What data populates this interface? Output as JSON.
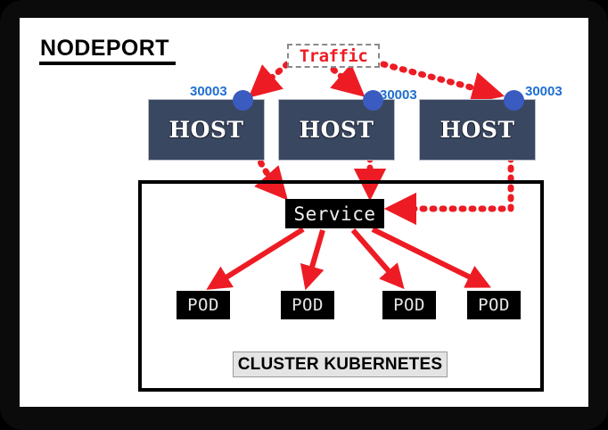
{
  "diagram": {
    "title": "NODEPORT",
    "type": "kubernetes-nodeport-network-diagram",
    "colors": {
      "host_fill": "#3a4760",
      "port_dot": "#3a5bbf",
      "port_text": "#1f6fd0",
      "traffic_text": "#ed1c24",
      "arrow": "#ed1c24",
      "box_fill": "#000000",
      "caption_fill": "#e4e4e4",
      "frame": "#0b0b0b",
      "canvas": "#ffffff"
    }
  },
  "traffic": {
    "label": "Traffic"
  },
  "hosts": [
    {
      "label": "HOST",
      "port": "30003"
    },
    {
      "label": "HOST",
      "port": "30003"
    },
    {
      "label": "HOST",
      "port": "30003"
    }
  ],
  "cluster": {
    "caption": "CLUSTER KUBERNETES",
    "service": {
      "label": "Service"
    },
    "pods": [
      {
        "label": "POD"
      },
      {
        "label": "POD"
      },
      {
        "label": "POD"
      },
      {
        "label": "POD"
      }
    ]
  },
  "edges": [
    {
      "from": "traffic",
      "to": "host-1-port",
      "style": "dotted",
      "color": "#ed1c24"
    },
    {
      "from": "traffic",
      "to": "host-2-port",
      "style": "dotted",
      "color": "#ed1c24"
    },
    {
      "from": "traffic",
      "to": "host-3-port",
      "style": "dotted",
      "color": "#ed1c24"
    },
    {
      "from": "host-1-port",
      "to": "service",
      "style": "dotted",
      "color": "#ed1c24"
    },
    {
      "from": "host-2-port",
      "to": "service",
      "style": "dotted",
      "color": "#ed1c24"
    },
    {
      "from": "host-3-port",
      "to": "service",
      "style": "dotted",
      "color": "#ed1c24"
    },
    {
      "from": "service",
      "to": "pod-1",
      "style": "solid",
      "color": "#ed1c24"
    },
    {
      "from": "service",
      "to": "pod-2",
      "style": "solid",
      "color": "#ed1c24"
    },
    {
      "from": "service",
      "to": "pod-3",
      "style": "solid",
      "color": "#ed1c24"
    },
    {
      "from": "service",
      "to": "pod-4",
      "style": "solid",
      "color": "#ed1c24"
    }
  ]
}
